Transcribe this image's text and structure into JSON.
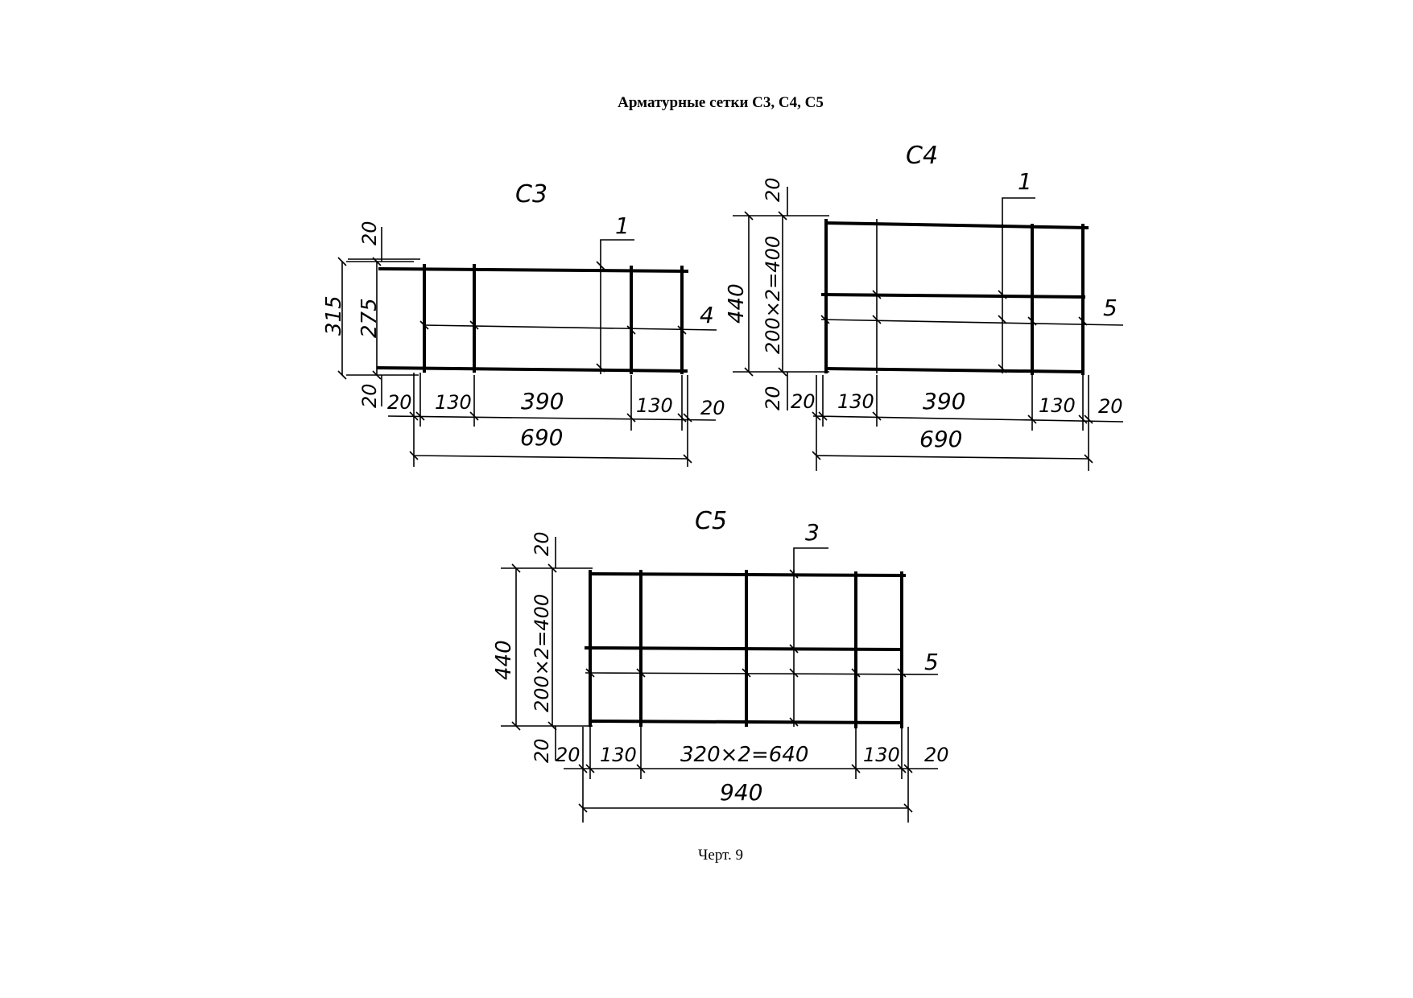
{
  "title": "Арматурные сетки С3, С4, С5",
  "caption": "Черт. 9",
  "meshes": {
    "c3": {
      "label": "С3",
      "callout_top": "1",
      "callout_side": "4",
      "dims_vertical": [
        "20",
        "275",
        "20"
      ],
      "dim_overall_vertical": "315",
      "dims_horizontal": [
        "20",
        "130",
        "390",
        "130",
        "20"
      ],
      "dim_overall": "690"
    },
    "c4": {
      "label": "С4",
      "callout_top": "1",
      "callout_side": "5",
      "dims_vertical": [
        "20",
        "200×2=400",
        "20"
      ],
      "dim_overall_vertical": "440",
      "dims_horizontal": [
        "20",
        "130",
        "390",
        "130",
        "20"
      ],
      "dim_overall": "690"
    },
    "c5": {
      "label": "С5",
      "callout_top": "3",
      "callout_side": "5",
      "dims_vertical": [
        "20",
        "200×2=400",
        "20"
      ],
      "dim_overall_vertical": "440",
      "dims_horizontal": [
        "20",
        "130",
        "320×2=640",
        "130",
        "20"
      ],
      "dim_overall": "940"
    }
  }
}
